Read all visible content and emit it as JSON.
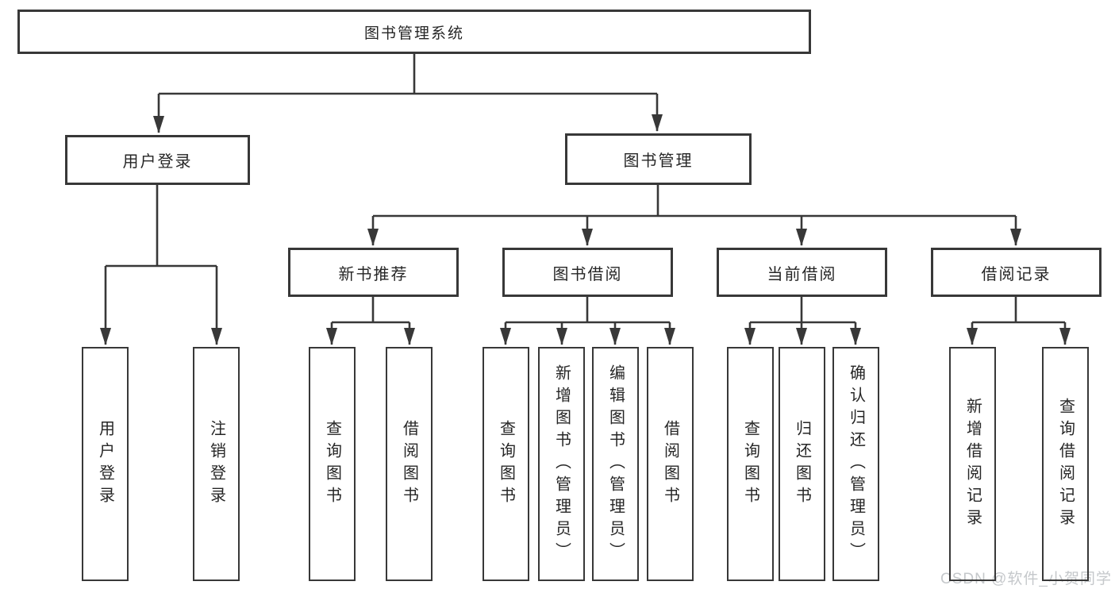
{
  "diagram": {
    "title": "图书管理系统",
    "colors": {
      "line": "#383838",
      "text": "#262626",
      "background": "#ffffff",
      "watermark": "#c5c8cb"
    },
    "nodes": {
      "root": "图书管理系统",
      "level2": {
        "user_login": "用户登录",
        "book_mgmt": "图书管理"
      },
      "level3": {
        "new_books": "新书推荐",
        "borrow": "图书借阅",
        "current": "当前借阅",
        "records": "借阅记录"
      },
      "leaves": {
        "user_login": [
          "用户登录",
          "注销登录"
        ],
        "new_books": [
          "查询图书",
          "借阅图书"
        ],
        "borrow": [
          "查询图书",
          "新增图书（管理员）",
          "编辑图书（管理员）",
          "借阅图书"
        ],
        "current": [
          "查询图书",
          "归还图书",
          "确认归还（管理员）"
        ],
        "records": [
          "新增借阅记录",
          "查询借阅记录"
        ]
      }
    },
    "watermark": "CSDN @软件_小贺同学"
  }
}
